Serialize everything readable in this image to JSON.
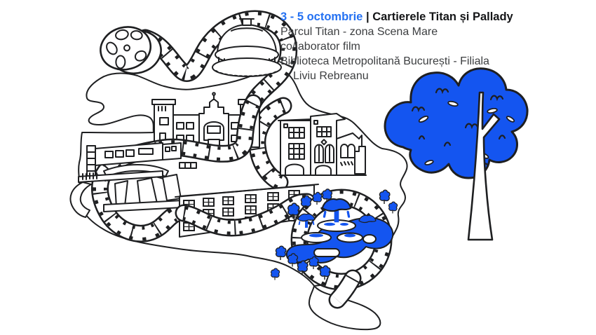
{
  "palette": {
    "illustration_blue": "#1455f0",
    "text_blue": "#2471f2",
    "ink": "#1e1f21",
    "body_text": "#3c3e40",
    "background": "#ffffff"
  },
  "header": {
    "date_range": "3 - 5 octombrie",
    "separator": "|",
    "title": "Cartierele Titan și Pallady",
    "subtitle_lines": [
      "Parcul Titan - zona Scena Mare",
      "co/laborator film",
      "Biblioteca Metropolitană București - Filiala",
      "Liviu Rebreanu"
    ]
  },
  "illustration": {
    "elements": [
      "neighborhood-map-outline",
      "film-reel",
      "film-strip-road",
      "dome-arena-building",
      "palace-building",
      "villa-building",
      "modernist-cinema-building",
      "apartment-block",
      "park-ring",
      "park-fountains",
      "park-lake",
      "park-small-trees",
      "big-blue-tree"
    ]
  }
}
